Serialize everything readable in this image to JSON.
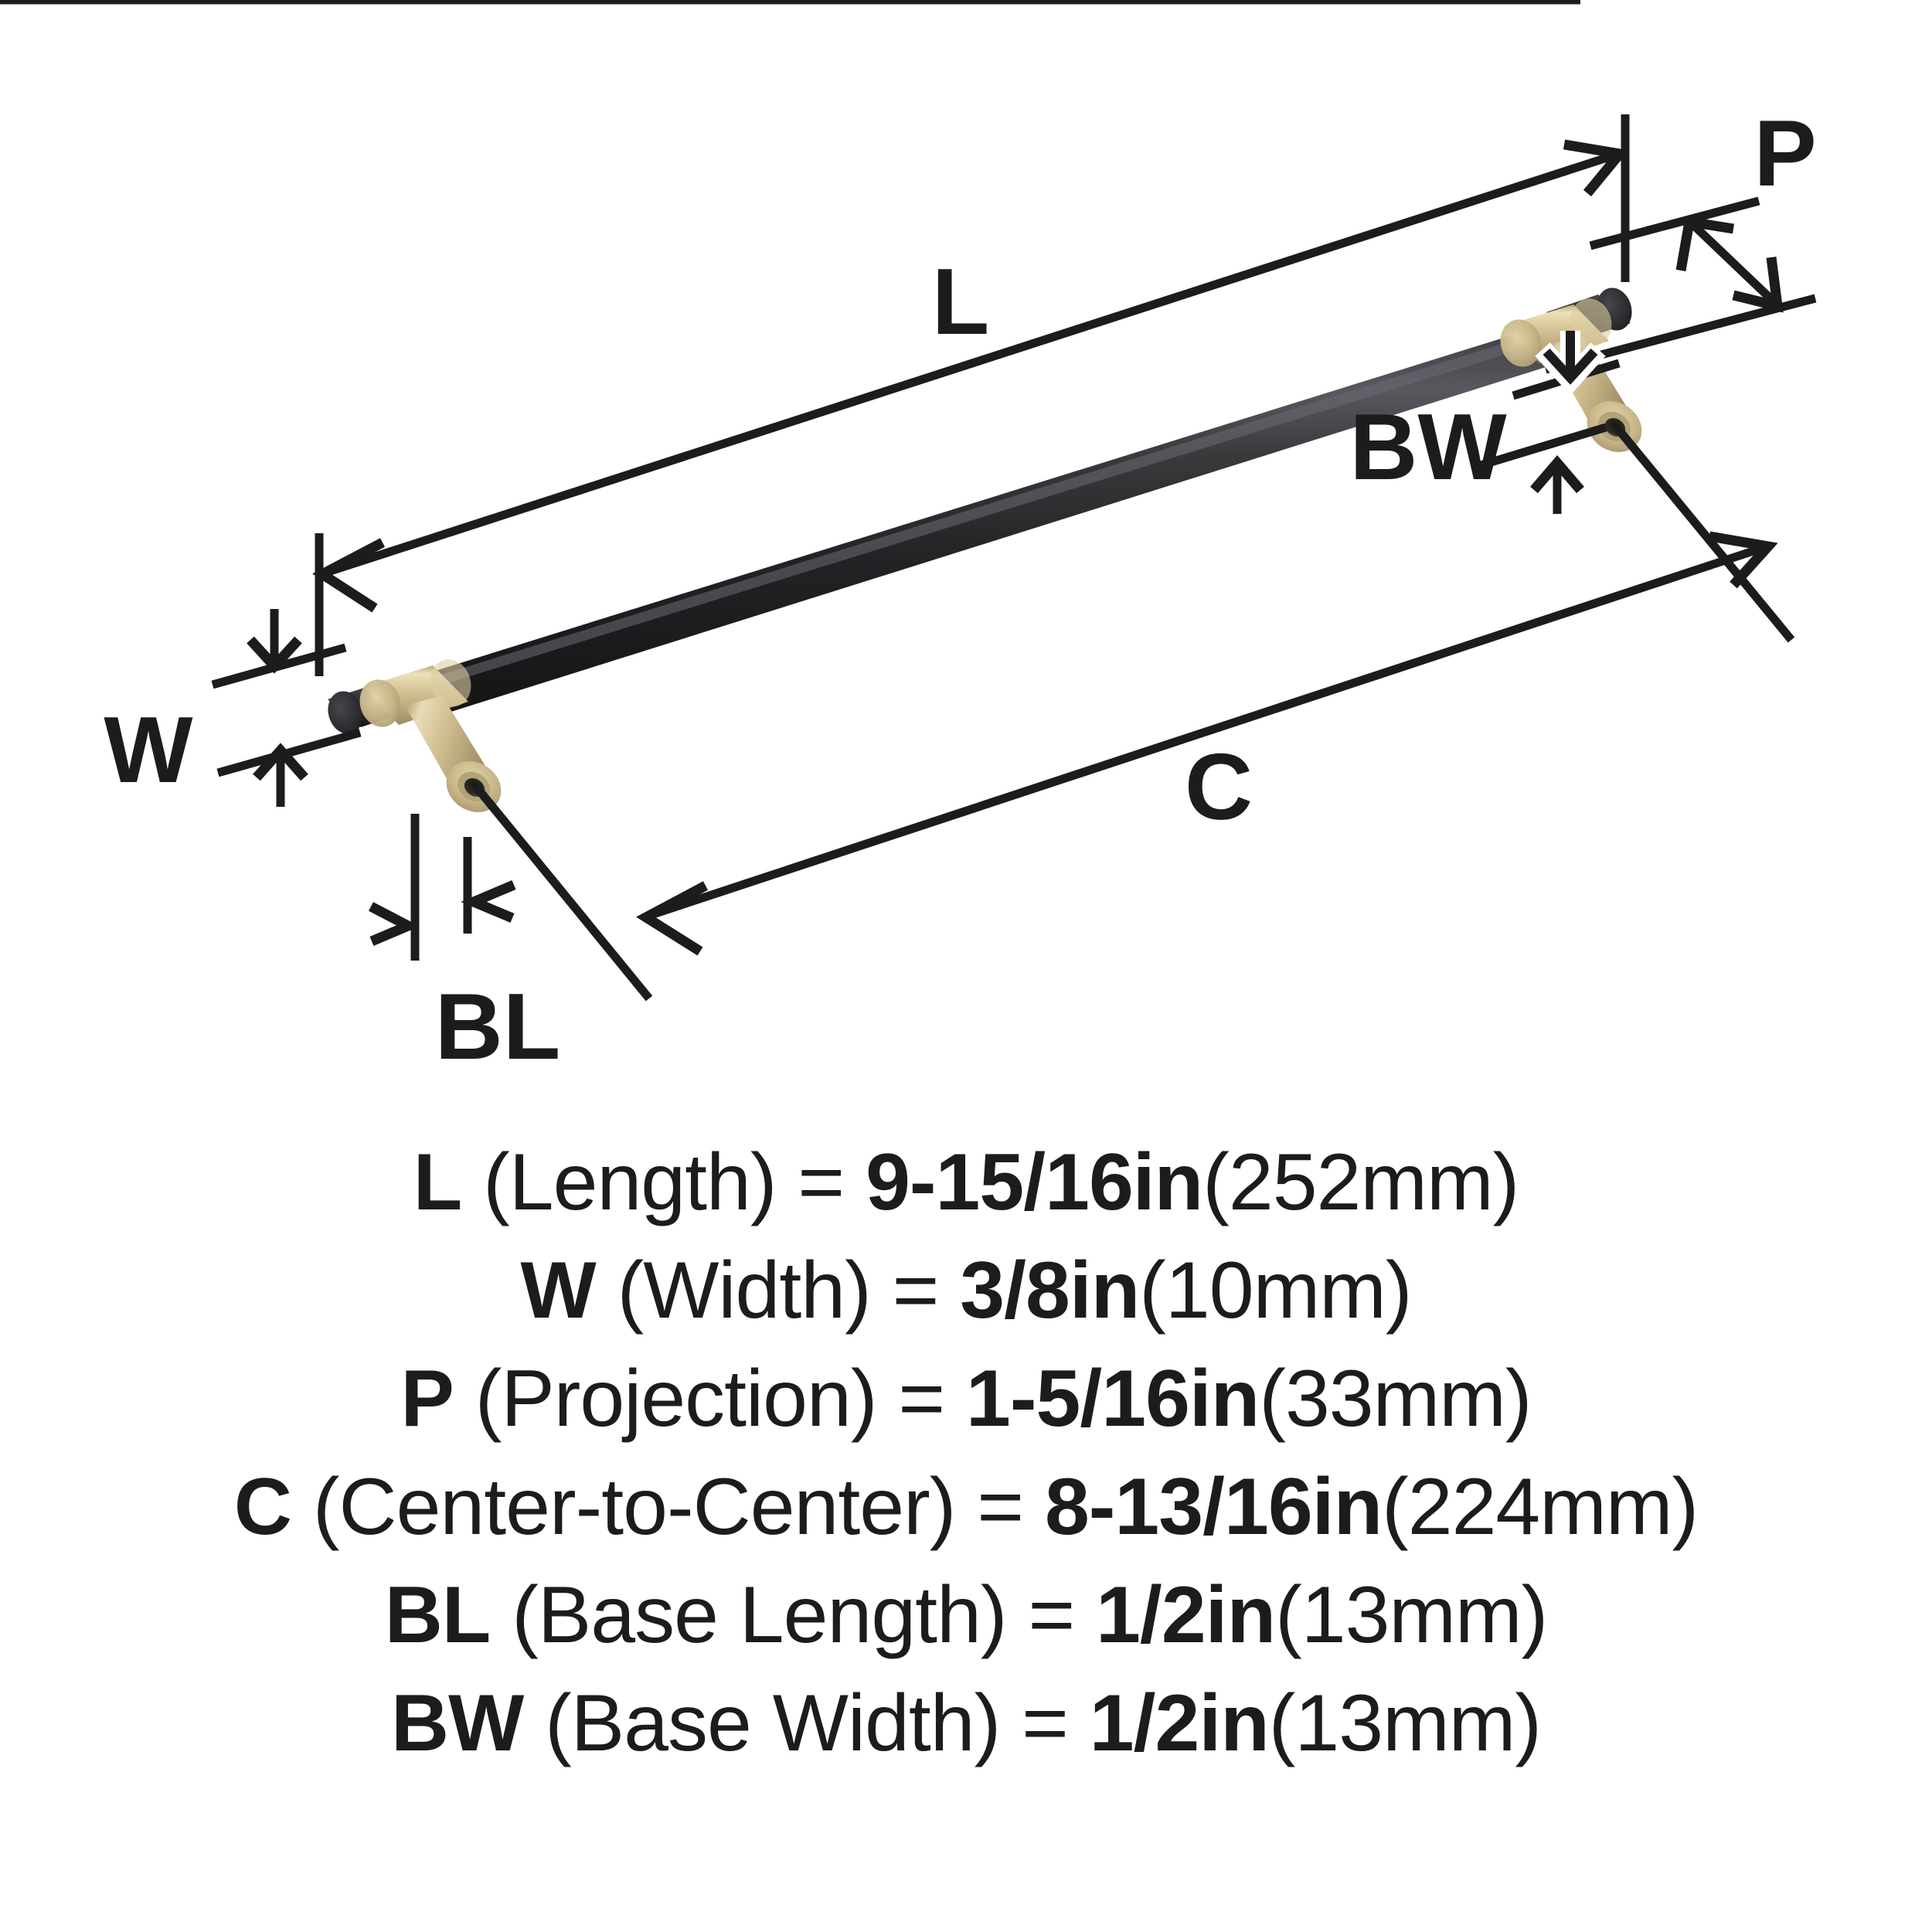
{
  "diagram": {
    "title": "Cabinet bar pull dimension diagram",
    "product_colors": {
      "bar_black": "#2b2b2d",
      "bar_black_highlight": "#54545a",
      "brass_light": "#e4d6ae",
      "brass_mid": "#cbb98b",
      "brass_dark": "#a99a6f",
      "line_black": "#1c1c1c",
      "background": "#ffffff"
    },
    "callouts": [
      {
        "key": "L",
        "label": "L",
        "name": "length-callout"
      },
      {
        "key": "W",
        "label": "W",
        "name": "width-callout"
      },
      {
        "key": "P",
        "label": "P",
        "name": "projection-callout"
      },
      {
        "key": "C",
        "label": "C",
        "name": "center-to-center-callout"
      },
      {
        "key": "BL",
        "label": "BL",
        "name": "base-length-callout"
      },
      {
        "key": "BW",
        "label": "BW",
        "name": "base-width-callout"
      }
    ]
  },
  "legend": {
    "rows": [
      {
        "symbol": "L",
        "name": "(Length)",
        "eq": "=",
        "value": "9-15/16in",
        "metric": "(252mm)"
      },
      {
        "symbol": "W",
        "name": "(Width)",
        "eq": "=",
        "value": "3/8in",
        "metric": "(10mm)"
      },
      {
        "symbol": "P",
        "name": "(Projection)",
        "eq": "=",
        "value": "1-5/16in",
        "metric": "(33mm)"
      },
      {
        "symbol": "C",
        "name": "(Center-to-Center)",
        "eq": "=",
        "value": "8-13/16in",
        "metric": "(224mm)"
      },
      {
        "symbol": "BL",
        "name": "(Base Length)",
        "eq": "=",
        "value": "1/2in",
        "metric": "(13mm)"
      },
      {
        "symbol": "BW",
        "name": "(Base Width)",
        "eq": "=",
        "value": "1/2in",
        "metric": "(13mm)"
      }
    ]
  }
}
